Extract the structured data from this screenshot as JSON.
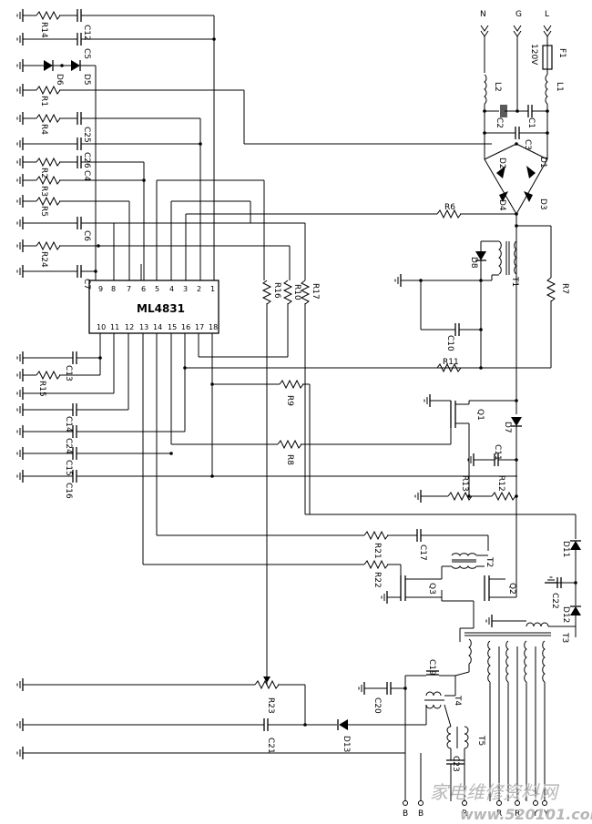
{
  "chip": {
    "name": "ML4831",
    "top_pins": [
      "9",
      "8",
      "7",
      "6",
      "5",
      "4",
      "3",
      "2",
      "1"
    ],
    "bottom_pins": [
      "10",
      "11",
      "12",
      "13",
      "14",
      "15",
      "16",
      "17",
      "18"
    ]
  },
  "terminals": {
    "n": "N",
    "g": "G",
    "l": "L",
    "voltage": "120V"
  },
  "outputs": [
    "B",
    "B",
    "R",
    "R",
    "R",
    "Y",
    "Y"
  ],
  "labels": {
    "R14": "R14",
    "C12": "C12",
    "C5": "C5",
    "D6": "D6",
    "D5": "D5",
    "R1": "R1",
    "R4": "R4",
    "C25": "C25",
    "C26": "C26",
    "R2": "R2",
    "C4": "C4",
    "R3": "R3",
    "R5": "R5",
    "C6": "C6",
    "R24": "R24",
    "C7": "C7",
    "C13": "C13",
    "R15": "R15",
    "C14": "C14",
    "C24": "C24",
    "C15": "C15",
    "C16": "C16",
    "R16": "R16",
    "R10": "R10",
    "R17": "R17",
    "R9": "R9",
    "R8": "R8",
    "R11": "R11",
    "R6": "R6",
    "R7": "R7",
    "R12": "R12",
    "R13": "R13",
    "R21": "R21",
    "R22": "R22",
    "R23": "R23",
    "C17": "C17",
    "C21": "C21",
    "C19": "C19",
    "C20": "C20",
    "C23": "C23",
    "C22": "C22",
    "C11": "C11",
    "C10": "C10",
    "C1": "C1",
    "C2": "C2",
    "C3": "C3",
    "L1": "L1",
    "L2": "L2",
    "F1": "F1",
    "D1": "D1",
    "D2": "D2",
    "D3": "D3",
    "D4": "D4",
    "D7": "D7",
    "D8": "D8",
    "D11": "D11",
    "D12": "D12",
    "D13": "D13",
    "Q1": "Q1",
    "Q2": "Q2",
    "Q3": "Q3",
    "T1": "T1",
    "T2": "T2",
    "T3": "T3",
    "T4": "T4",
    "T5": "T5"
  },
  "watermark": {
    "line1": "家电维修资料网",
    "line2": "www.520101.com"
  }
}
